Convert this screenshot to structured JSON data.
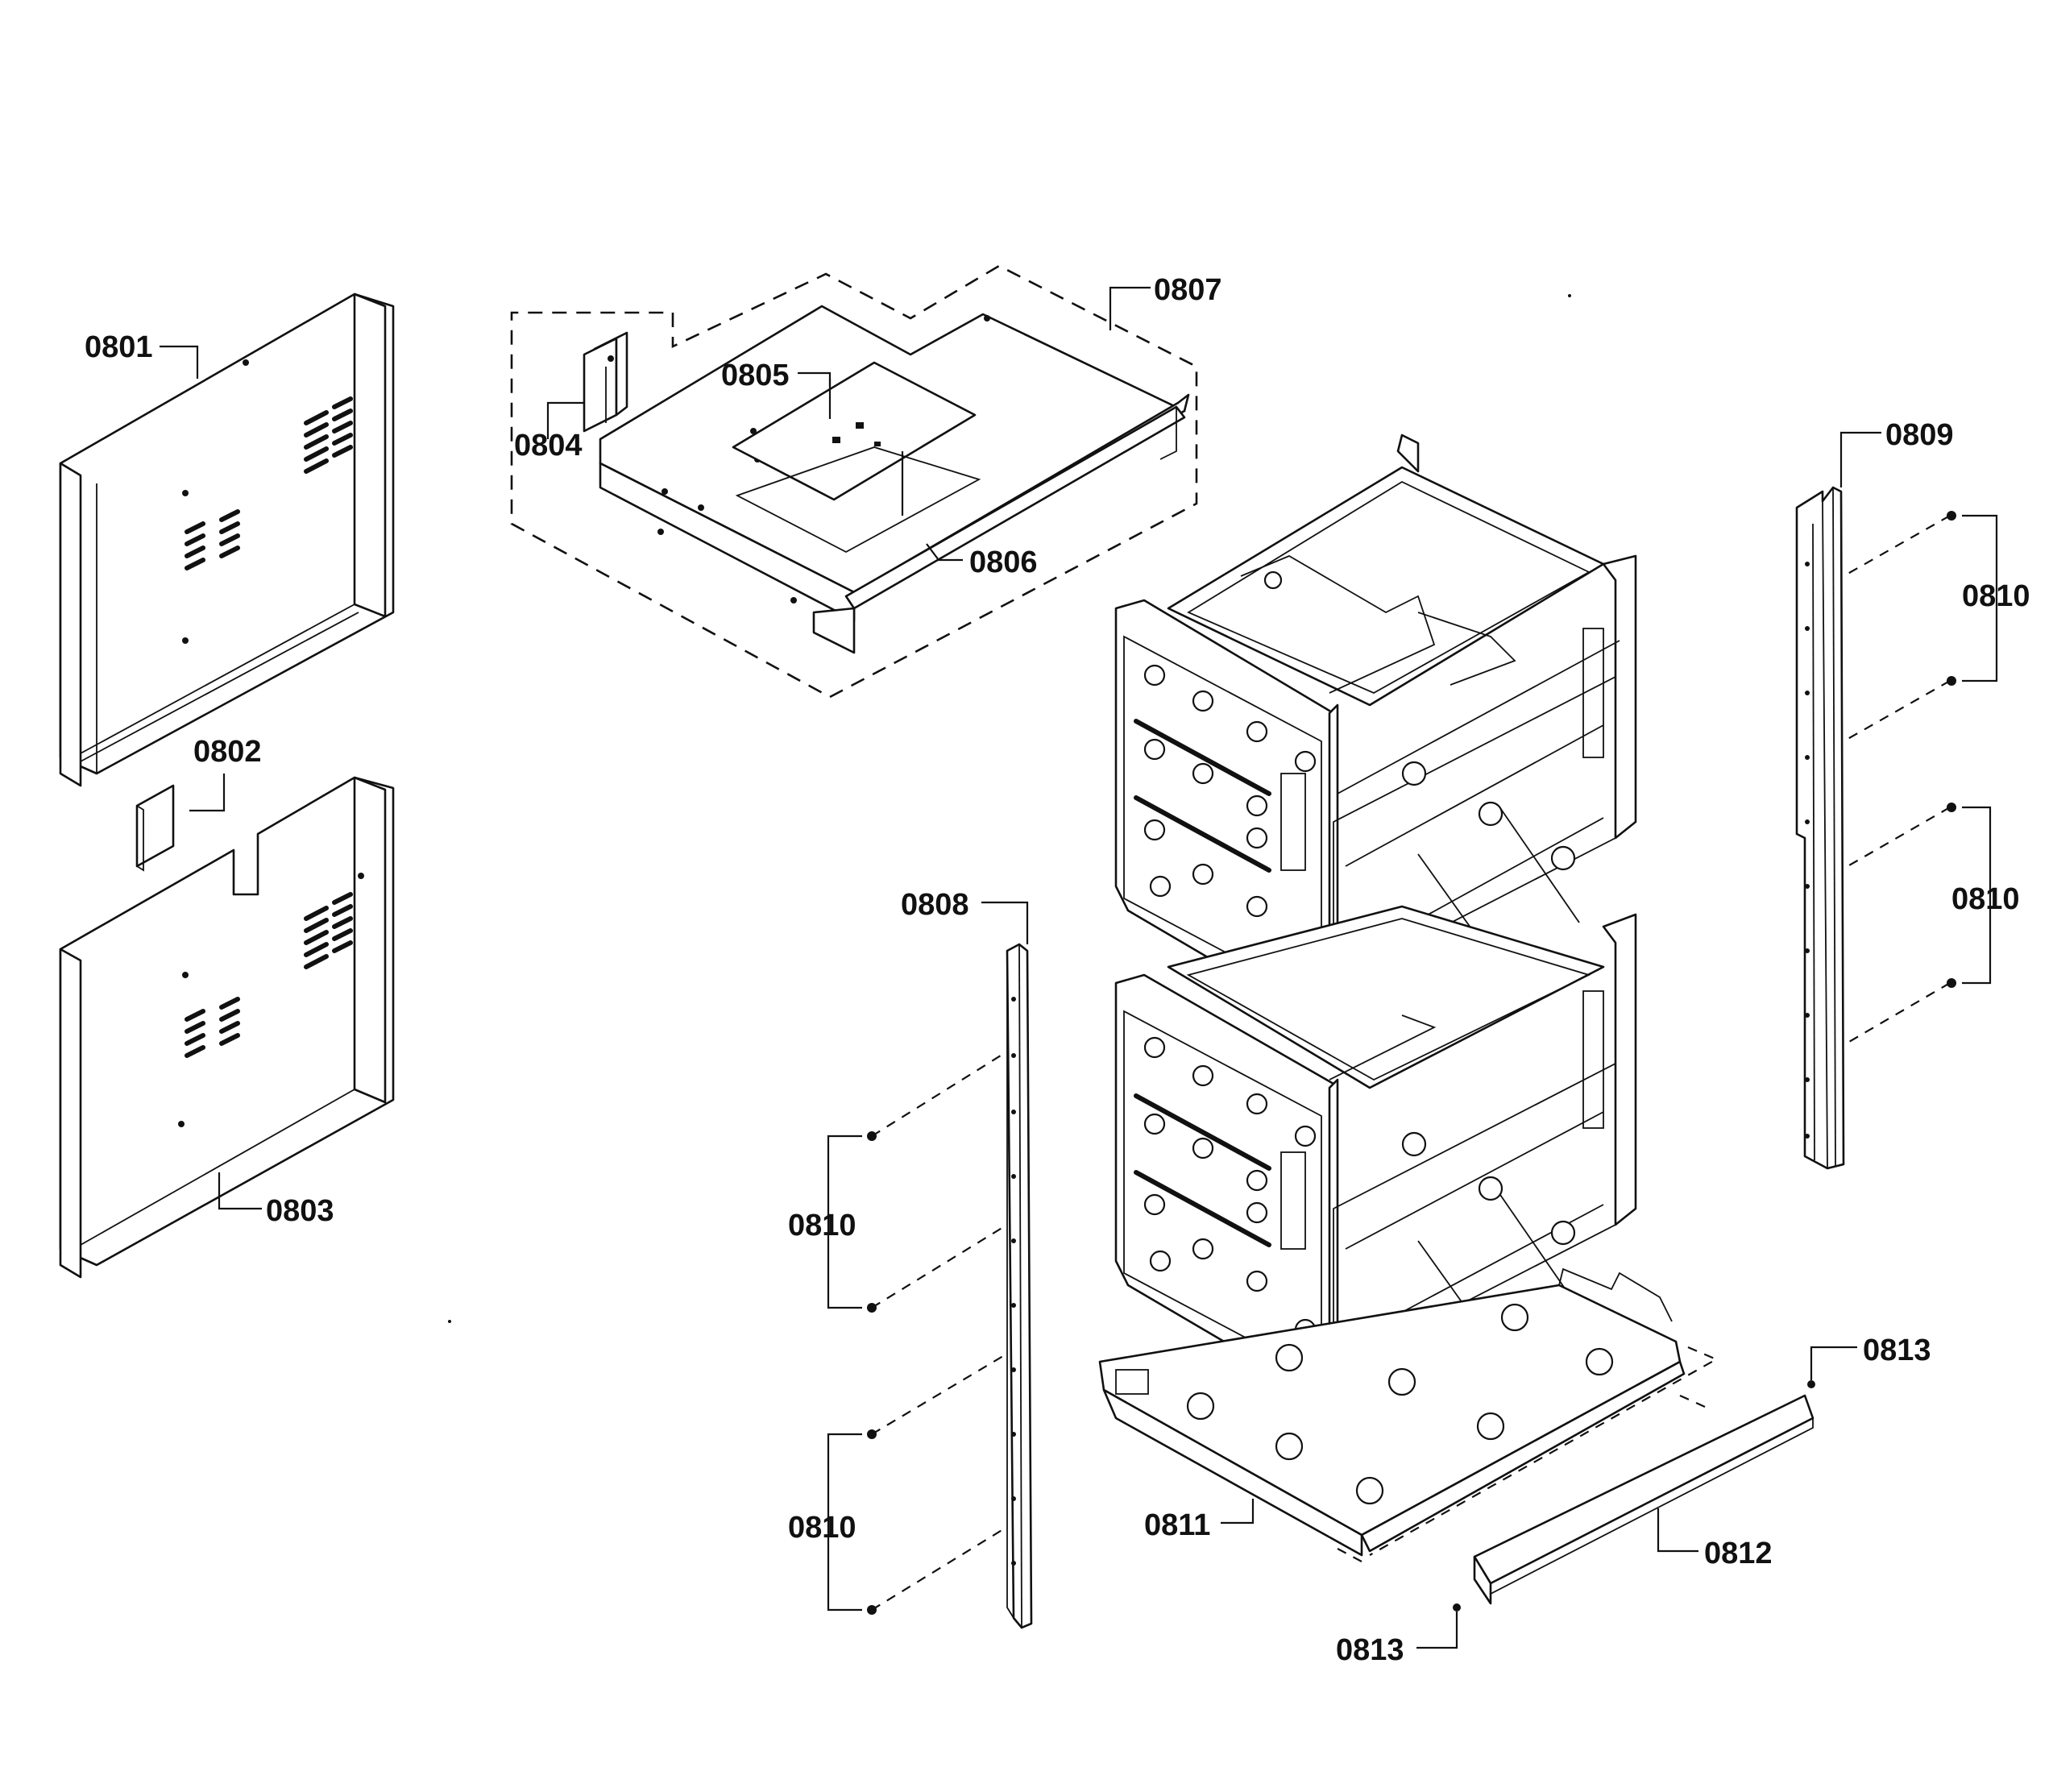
{
  "labels": {
    "l0801": "0801",
    "l0802": "0802",
    "l0803": "0803",
    "l0804": "0804",
    "l0805": "0805",
    "l0806": "0806",
    "l0807": "0807",
    "l0808": "0808",
    "l0809": "0809",
    "l0810_right_upper": "0810",
    "l0810_right_lower": "0810",
    "l0810_left_upper": "0810",
    "l0810_left_lower": "0810",
    "l0811": "0811",
    "l0812": "0812",
    "l0813_top": "0813",
    "l0813_bottom": "0813"
  }
}
